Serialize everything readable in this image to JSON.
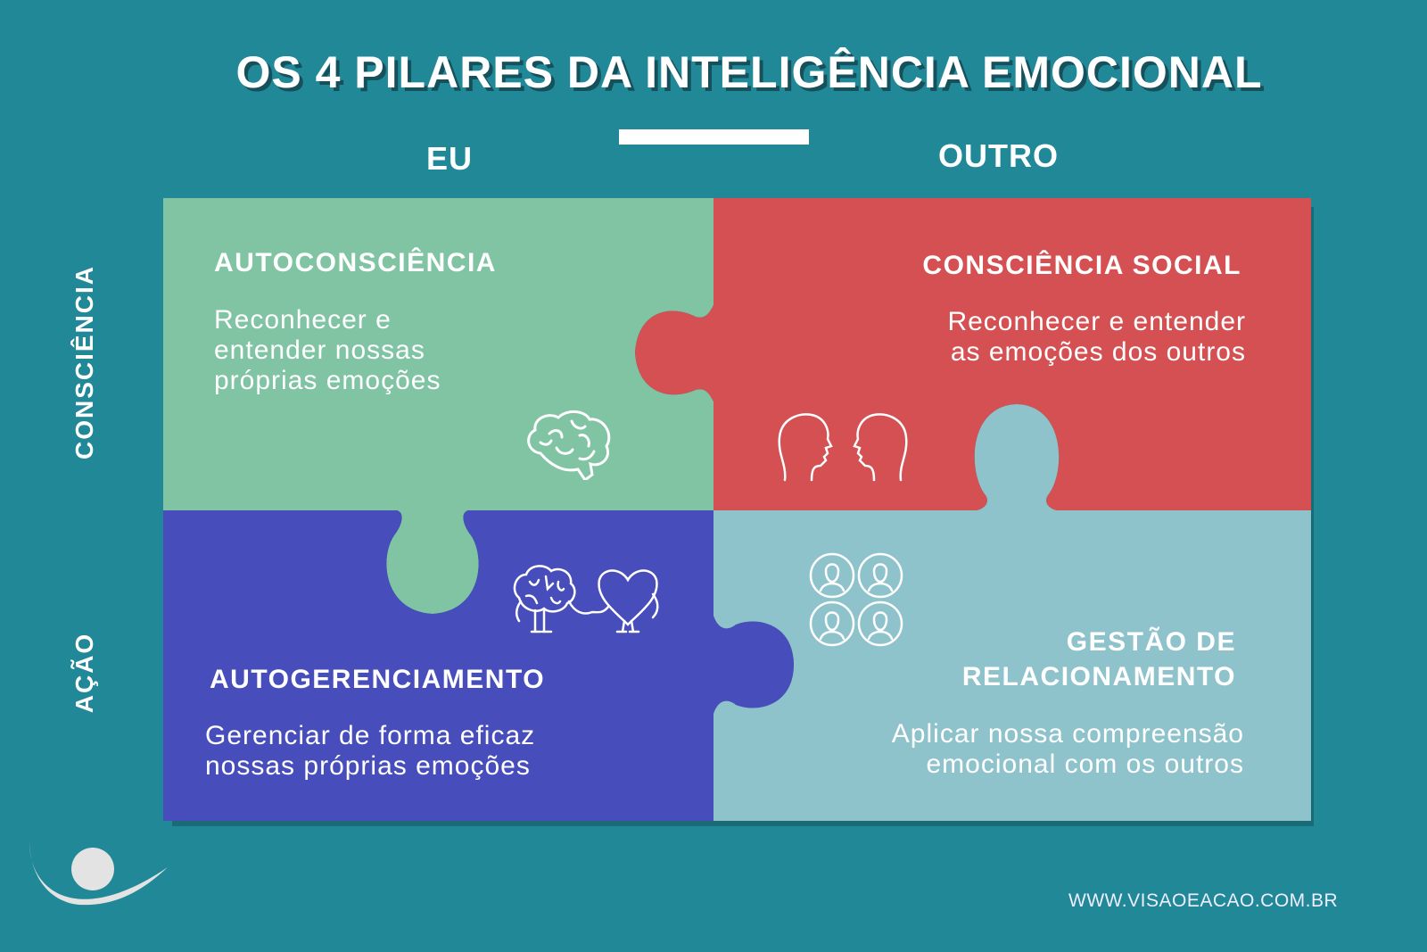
{
  "title": "OS 4 PILARES DA INTELIGÊNCIA EMOCIONAL",
  "columns": {
    "left": "EU",
    "right": "OUTRO"
  },
  "rows": {
    "top": "CONSCIÊNCIA",
    "bottom": "AÇÃO"
  },
  "colors": {
    "background": "#218898",
    "green": "#80c4a4",
    "red": "#d45052",
    "blue": "#474dba",
    "lightblue": "#8fc3cc"
  },
  "pillars": [
    {
      "id": "autoconsciencia",
      "title": "AUTOCONSCIÊNCIA",
      "description": "Reconhecer e\nentender nossas\npróprias emoções",
      "icon": "brain-icon"
    },
    {
      "id": "consciencia-social",
      "title": "CONSCIÊNCIA SOCIAL",
      "description": "Reconhecer e entender\nas emoções dos outros",
      "icon": "two-heads-icon"
    },
    {
      "id": "autogerenciamento",
      "title": "AUTOGERENCIAMENTO",
      "description": "Gerenciar de forma eficaz\nnossas próprias emoções",
      "icon": "brain-heart-handshake-icon"
    },
    {
      "id": "gestao-relacionamento",
      "title_line1": "GESTÃO DE",
      "title_line2": "RELACIONAMENTO",
      "description": "Aplicar nossa compreensão\nemocional com os outros",
      "icon": "people-network-icon"
    }
  ],
  "footer": {
    "url": "WWW.VISAOEACAO.COM.BR",
    "logo": "visao-e-acao-logo"
  }
}
